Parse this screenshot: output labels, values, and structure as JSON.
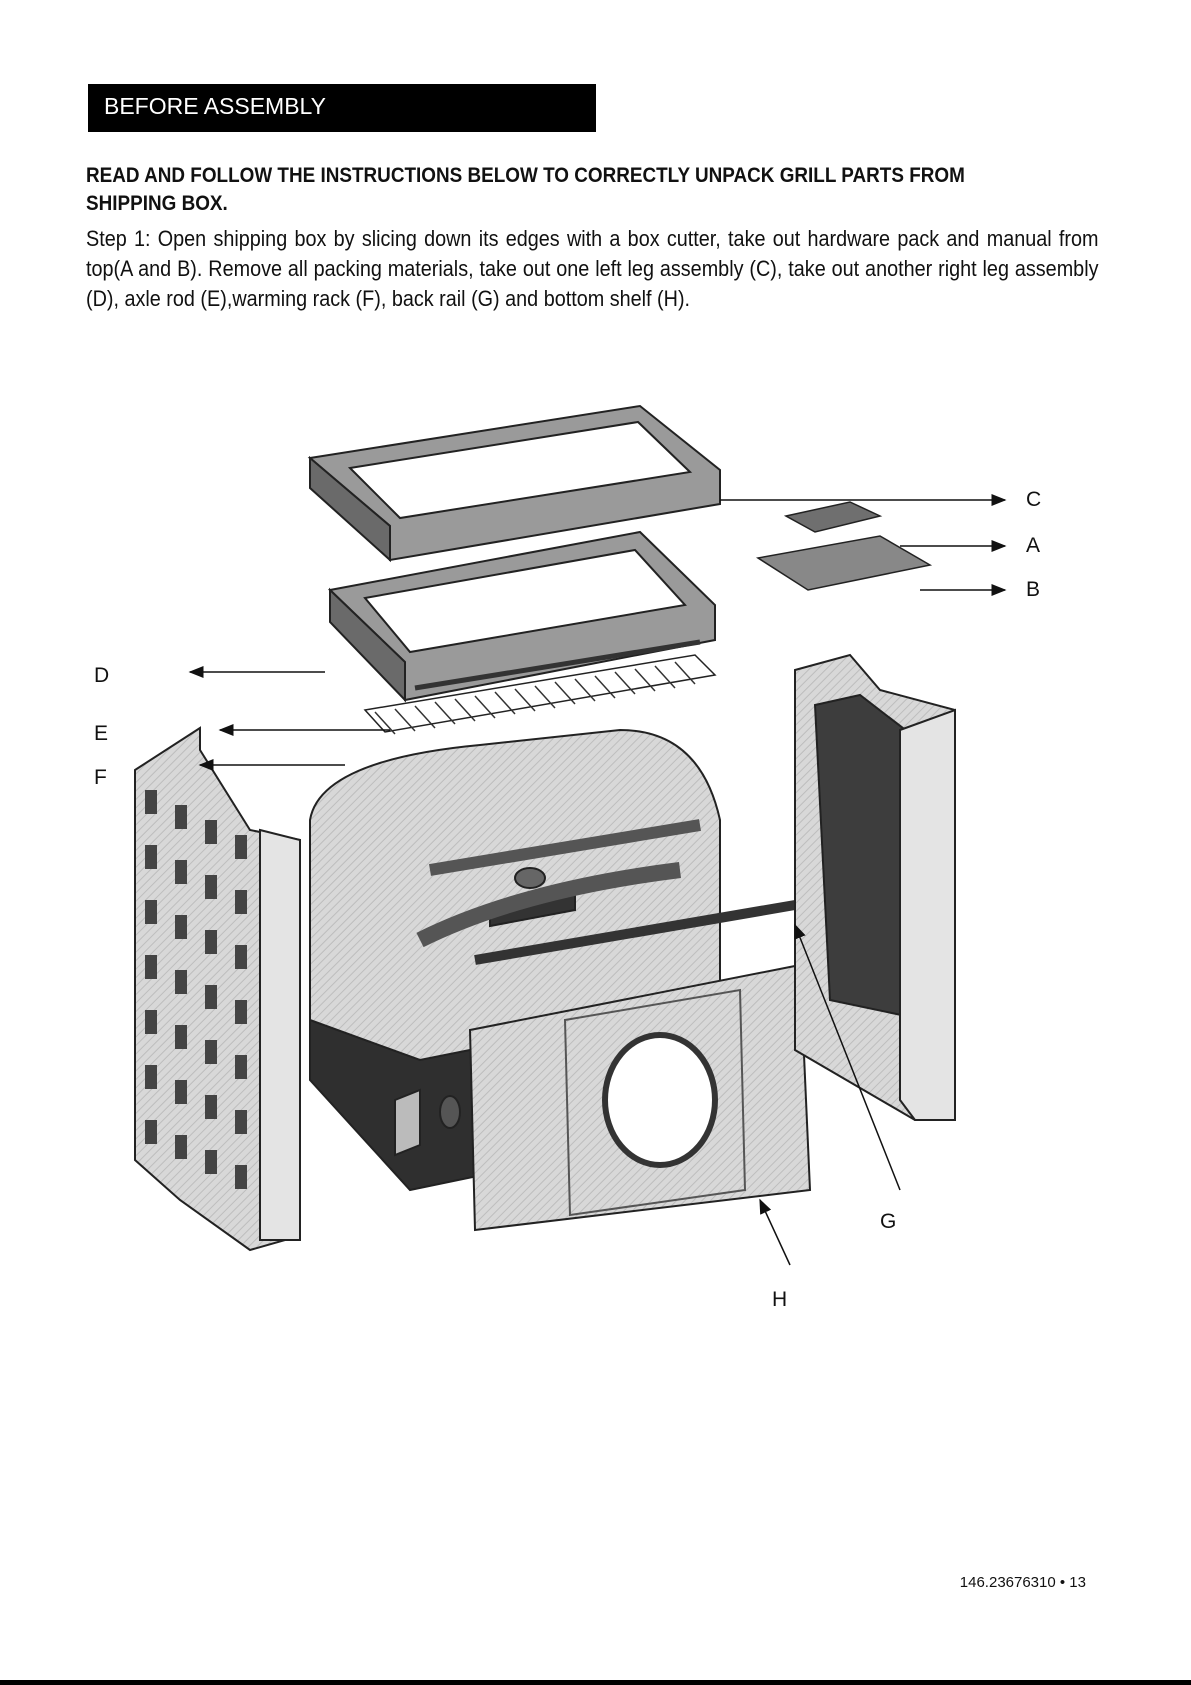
{
  "header": {
    "title": "BEFORE ASSEMBLY"
  },
  "instructions": {
    "heading": "READ AND FOLLOW THE INSTRUCTIONS BELOW TO CORRECTLY UNPACK GRILL PARTS FROM SHIPPING BOX.",
    "step1": "Step 1: Open shipping box by slicing down its edges with a box cutter, take out hardware pack and manual from top(A and B). Remove all packing materials, take out one left leg assembly (C), take out another right leg assembly (D), axle rod (E),warming rack (F), back rail (G) and bottom shelf (H)."
  },
  "diagram": {
    "labels": {
      "a": "A",
      "b": "B",
      "c": "C",
      "d": "D",
      "e": "E",
      "f": "F",
      "g": "G",
      "h": "H"
    },
    "colors": {
      "part_fill": "#d6d6d6",
      "part_dark": "#5a5a5a",
      "outline": "#222222"
    }
  },
  "footer": {
    "page_number": "146.23676310 • 13"
  }
}
